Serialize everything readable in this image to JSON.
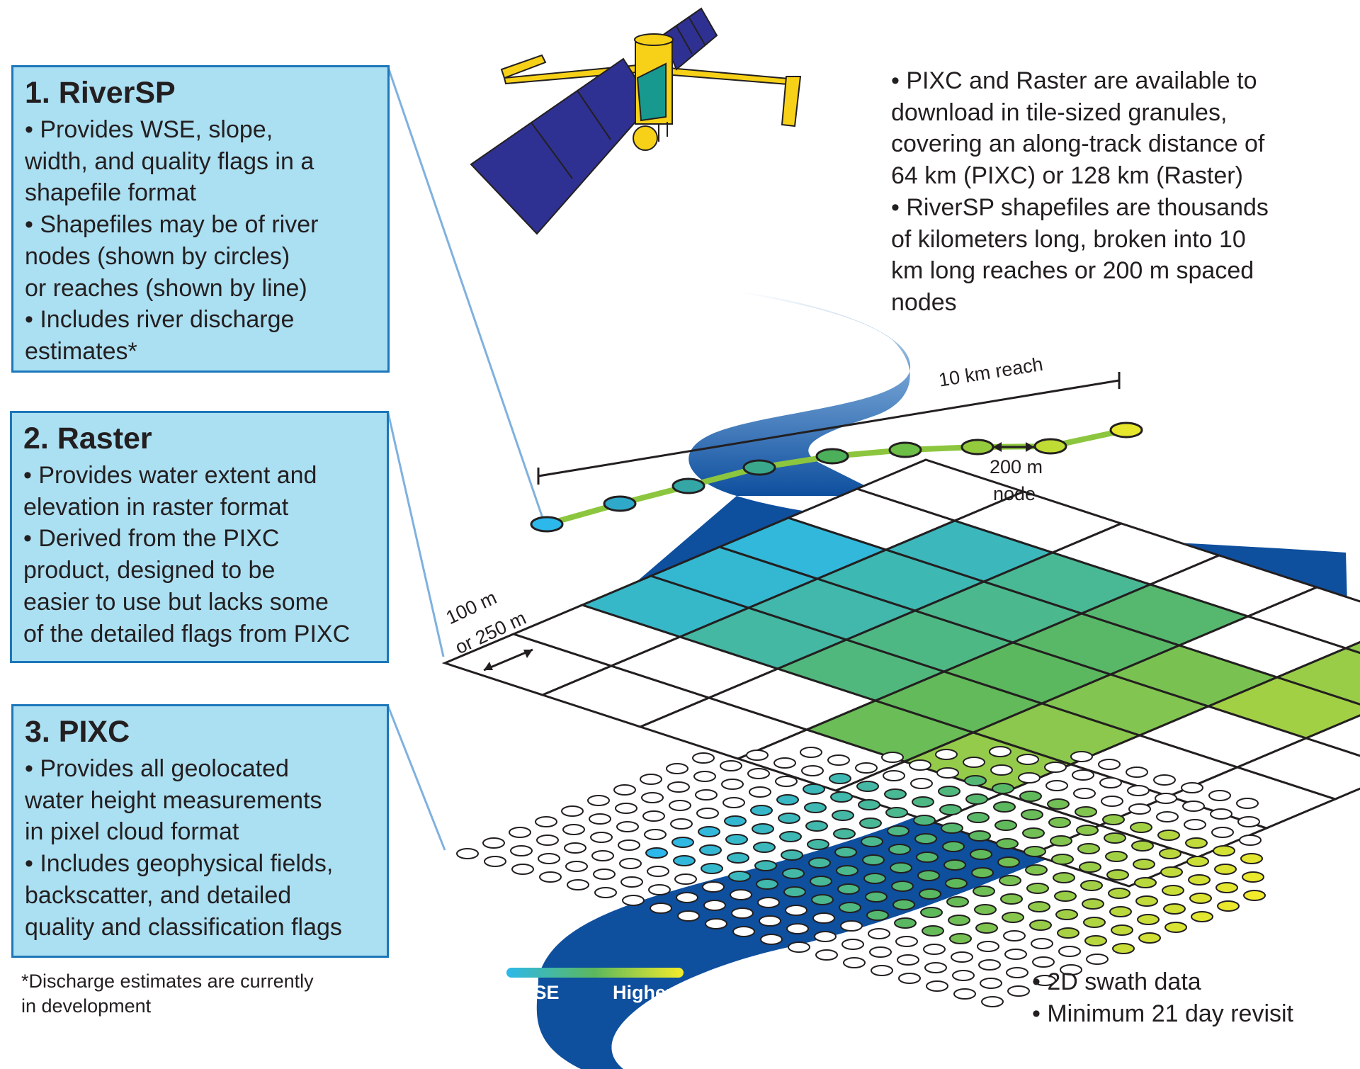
{
  "boxes": [
    {
      "title": "1. RiverSP",
      "lines": [
        "• Provides WSE, slope,",
        "width, and quality flags in a",
        "shapefile format",
        "• Shapefiles may be of river",
        "nodes (shown by circles)",
        "or reaches (shown by line)",
        "• Includes river discharge",
        "estimates*"
      ]
    },
    {
      "title": "2. Raster",
      "lines": [
        "• Provides water extent and",
        "elevation in raster format",
        "• Derived from the PIXC",
        "product, designed to be",
        "easier to use but lacks some",
        "of the detailed flags from PIXC"
      ]
    },
    {
      "title": "3. PIXC",
      "lines": [
        "• Provides all geolocated",
        "water height measurements",
        "in pixel cloud format",
        "• Includes geophysical fields,",
        "backscatter, and detailed",
        "quality and classification flags"
      ]
    }
  ],
  "footnote": [
    "*Discharge estimates are currently",
    "in development"
  ],
  "info": [
    "• PIXC and Raster are available to",
    "download in tile-sized granules,",
    "covering an along-track distance of",
    "64 km (PIXC) or 128 km (Raster)",
    "• RiverSP shapefiles are thousands",
    "of kilometers long, broken into 10",
    "km long reaches or 200 m spaced",
    "nodes"
  ],
  "labels": {
    "reach": "10 km reach",
    "node_line1": "200 m",
    "node_line2": "node",
    "cell_line1": "100 m",
    "cell_line2": "or 250 m"
  },
  "legend": {
    "low": "Lower WSE",
    "high": "Higher WSE"
  },
  "swath": [
    "• 2D swath data",
    "• Minimum 21 day revisit"
  ],
  "colors": {
    "box_fill": "#abdff2",
    "box_border": "#1d77b9",
    "river": "#0e4f9e",
    "low_wse": "#2cb8ea",
    "mid_wse": "#5cb85c",
    "high_wse": "#f4ec2a",
    "reach_line": "#8cc63e",
    "panel": "#2e3192",
    "satellite_body": "#f7d117"
  }
}
